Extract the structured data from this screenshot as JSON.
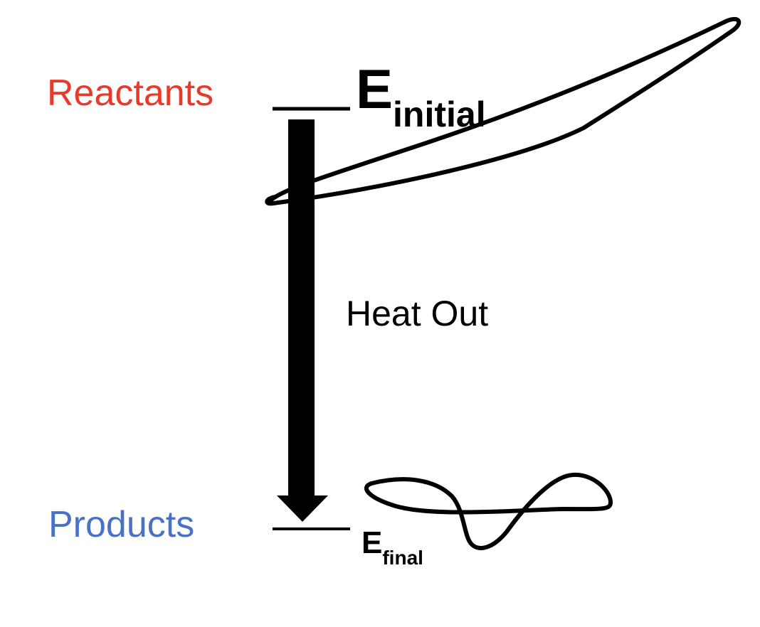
{
  "reactants": {
    "label": "Reactants",
    "color": "#e8392a"
  },
  "products": {
    "label": "Products",
    "color": "#4a72c4"
  },
  "arrow": {
    "label": "Heat Out"
  },
  "energy_initial": {
    "symbol": "E",
    "subscript": "initial"
  },
  "energy_final": {
    "symbol": "E",
    "subscript": "final"
  },
  "line_color": "#000000"
}
